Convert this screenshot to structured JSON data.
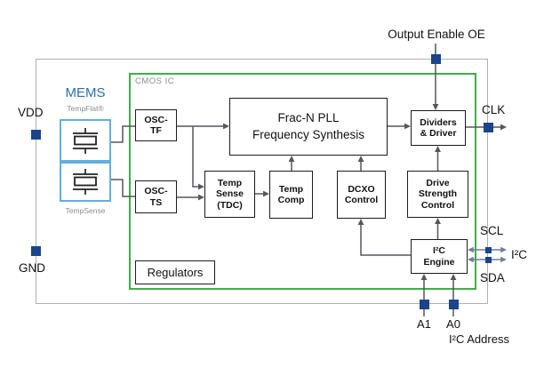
{
  "diagram": {
    "power": {
      "vdd_label": "VDD",
      "gnd_label": "GND"
    },
    "top": {
      "output_enable_label": "Output Enable OE"
    },
    "right": {
      "clk_label": "CLK",
      "scl_label": "SCL",
      "sda_label": "SDA",
      "i2c_bus_label": "I²C"
    },
    "bottom": {
      "a1_label": "A1",
      "a0_label": "A0",
      "i2c_address_label": "I²C Address"
    },
    "mems": {
      "title": "MEMS",
      "tempflat_label": "TempFlat®",
      "tempsense_label": "TempSense"
    },
    "cmos": {
      "title": "CMOS IC",
      "blocks": {
        "osc_tf": "OSC-\nTF",
        "osc_ts": "OSC-\nTS",
        "pll": "Frac-N PLL\nFrequency Synthesis",
        "temp_sense": "Temp\nSense\n(TDC)",
        "temp_comp": "Temp\nComp",
        "dcxo": "DCXO\nControl",
        "drive_strength": "Drive\nStrength\nControl",
        "dividers": "Dividers\n& Driver",
        "i2c_engine": "I²C\nEngine",
        "regulators": "Regulators"
      }
    },
    "colors": {
      "pin": "#1b4489",
      "mems_text": "#2c6fad",
      "mems_border": "#63aede",
      "cmos_border": "#3fae49",
      "outer_border": "#b0b0b0",
      "line": "#54575b",
      "i2c_bus_line": "#6e7f95",
      "muted_text": "#8c8c8c"
    }
  }
}
